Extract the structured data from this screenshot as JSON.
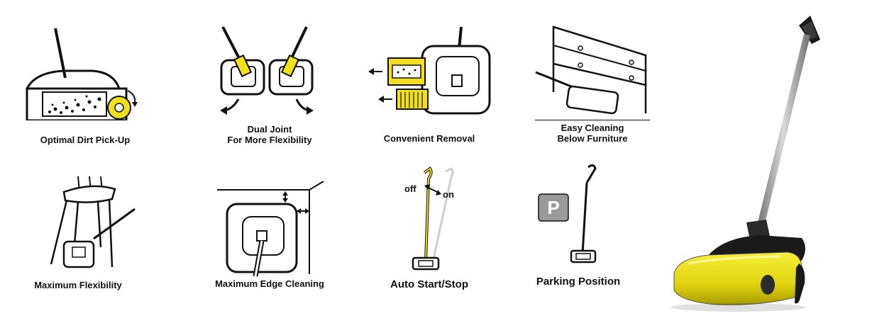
{
  "features": [
    {
      "id": "dirt",
      "caption": "Optimal Dirt Pick-Up"
    },
    {
      "id": "joint",
      "caption": "Dual Joint\nFor More Flexibility"
    },
    {
      "id": "removal",
      "caption": "Convenient Removal"
    },
    {
      "id": "furniture",
      "caption": "Easy Cleaning\nBelow Furniture"
    },
    {
      "id": "flex",
      "caption": "Maximum Flexibility"
    },
    {
      "id": "edge",
      "caption": "Maximum Edge Cleaning"
    },
    {
      "id": "autostart",
      "caption": "Auto Start/Stop",
      "off_label": "off",
      "on_label": "on"
    },
    {
      "id": "parking",
      "caption": "Parking Position",
      "sign_letter": "P"
    }
  ],
  "colors": {
    "accent": "#f2e01d",
    "line": "#111111",
    "sign": "#9a9a9a"
  },
  "icons": [
    "sweeper-cutaway-icon",
    "dual-joint-icon",
    "removal-icon",
    "furniture-icon",
    "chair-icon",
    "edge-icon",
    "auto-start-icon",
    "parking-sign-icon"
  ]
}
